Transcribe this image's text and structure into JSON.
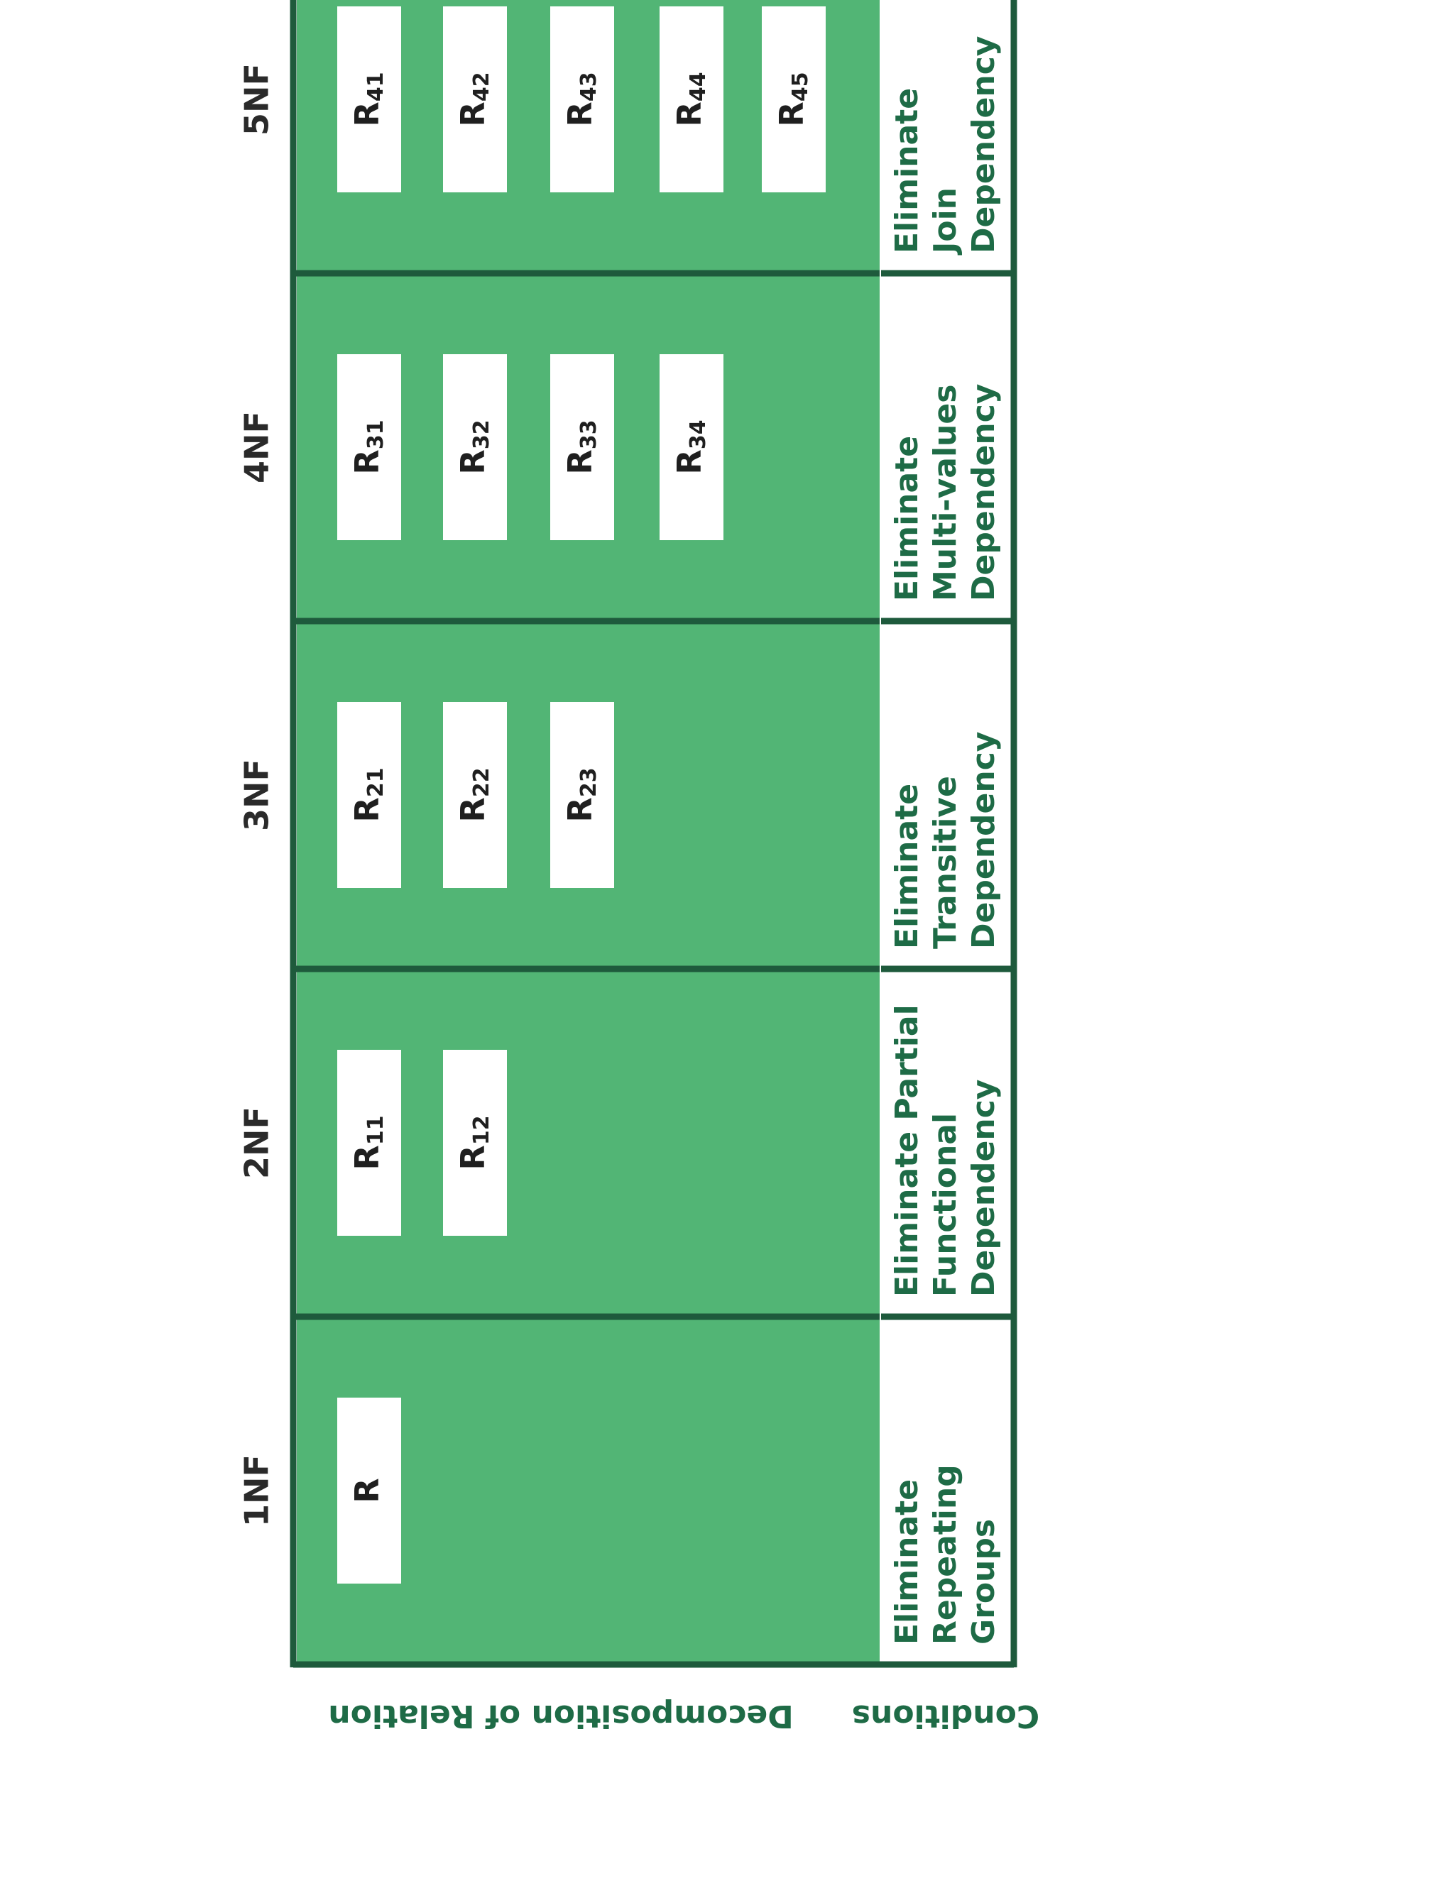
{
  "colors": {
    "green_fill": "#52b575",
    "border": "#1e5a3c",
    "condition_text": "#1e6b46",
    "box_fill": "#ffffff",
    "nf_text": "#2a2a2a"
  },
  "row_headers": {
    "decomposition": "Decomposition of Relation",
    "conditions": "Conditions"
  },
  "stages": [
    {
      "nf": "1NF",
      "relations": [
        {
          "base": "R",
          "sub": ""
        }
      ],
      "condition": [
        "Eliminate",
        "Repeating",
        "Groups"
      ]
    },
    {
      "nf": "2NF",
      "relations": [
        {
          "base": "R",
          "sub": "11"
        },
        {
          "base": "R",
          "sub": "12"
        }
      ],
      "condition": [
        "Eliminate Partial",
        "Functional",
        "Dependency"
      ]
    },
    {
      "nf": "3NF",
      "relations": [
        {
          "base": "R",
          "sub": "21"
        },
        {
          "base": "R",
          "sub": "22"
        },
        {
          "base": "R",
          "sub": "23"
        }
      ],
      "condition": [
        "Eliminate",
        "Transitive",
        "Dependency"
      ]
    },
    {
      "nf": "4NF",
      "relations": [
        {
          "base": "R",
          "sub": "31"
        },
        {
          "base": "R",
          "sub": "32"
        },
        {
          "base": "R",
          "sub": "33"
        },
        {
          "base": "R",
          "sub": "34"
        }
      ],
      "condition": [
        "Eliminate",
        "Multi-values",
        "Dependency"
      ]
    },
    {
      "nf": "5NF",
      "relations": [
        {
          "base": "R",
          "sub": "41"
        },
        {
          "base": "R",
          "sub": "42"
        },
        {
          "base": "R",
          "sub": "43"
        },
        {
          "base": "R",
          "sub": "44"
        },
        {
          "base": "R",
          "sub": "45"
        }
      ],
      "condition": [
        "Eliminate",
        "Join",
        "Dependency"
      ]
    }
  ]
}
